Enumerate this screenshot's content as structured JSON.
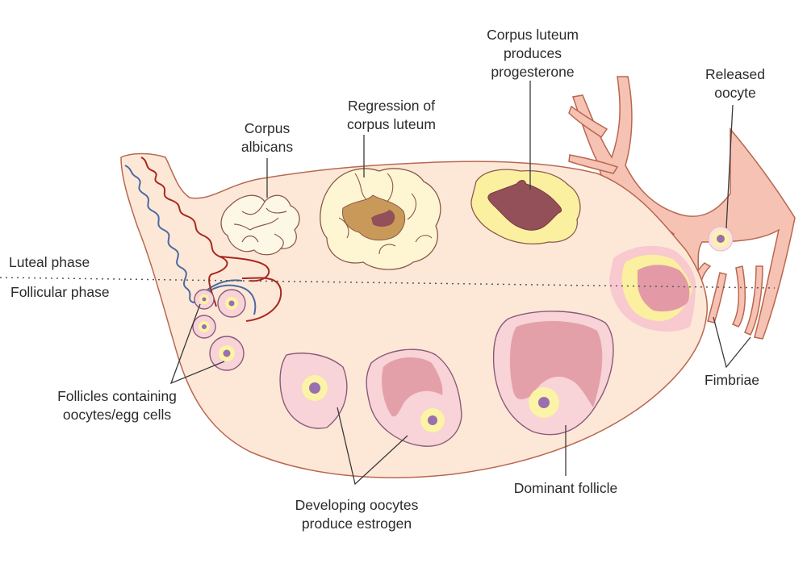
{
  "diagram": {
    "title": "Ovarian cycle",
    "phases": {
      "upper": "Luteal phase",
      "lower": "Follicular phase"
    },
    "labels": {
      "corpus_albicans": [
        "Corpus",
        "albicans"
      ],
      "regression": [
        "Regression of",
        "corpus luteum"
      ],
      "corpus_luteum": [
        "Corpus luteum",
        "produces",
        "progesterone"
      ],
      "released_oocyte": [
        "Released",
        "oocyte"
      ],
      "fimbriae": [
        "Fimbriae"
      ],
      "follicles": [
        "Follicles containing",
        "oocytes/egg cells"
      ],
      "developing": [
        "Developing oocytes",
        "produce estrogen"
      ],
      "dominant": [
        "Dominant follicle"
      ]
    },
    "colors": {
      "ovary": "#fde8d8",
      "fimbriae": "#f6c2b3",
      "artery": "#a8281e",
      "vein": "#4a6aa0",
      "follicle": "#f8d3d8",
      "antrum": "#e4a0a8",
      "zona": "#fbf3a6",
      "nucleus": "#9a6fb0",
      "corpus_luteum_center": "#945058",
      "regressing_center": "#c9995a"
    }
  }
}
